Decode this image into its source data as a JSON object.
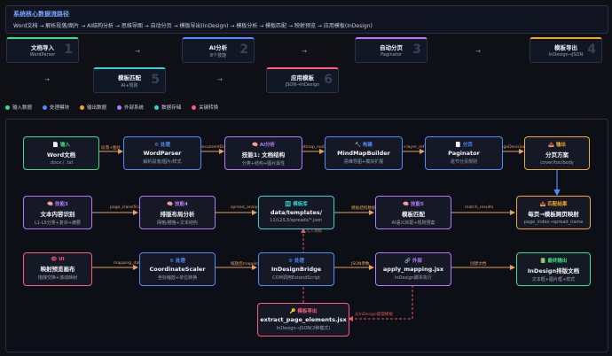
{
  "header": {
    "title": "系统核心数据流路径",
    "flow": "Word文档 → 解析段落/图片 → AI结构分析 → 思维导图 → 自动分页 → 模板导出(InDesign) → 模板分析 → 模板匹配 → 映射预览 → 应用模板(InDesign)"
  },
  "steps": [
    {
      "name": "文档导入",
      "sub": "WordParser",
      "num": "1"
    },
    {
      "name": "AI分析",
      "sub": "8个技能",
      "num": "2"
    },
    {
      "name": "自动分页",
      "sub": "Paginator",
      "num": "3"
    },
    {
      "name": "模板导出",
      "sub": "InDesign→JSON",
      "num": "4"
    },
    {
      "name": "模板匹配",
      "sub": "AI+规则",
      "num": "5"
    },
    {
      "name": "应用模板",
      "sub": "JSON→InDesign",
      "num": "6"
    }
  ],
  "arrow_glyph": "→",
  "legend": [
    {
      "label": "输入数据",
      "color": "#3ddc84"
    },
    {
      "label": "处理模块",
      "color": "#4f8cff"
    },
    {
      "label": "输出数据",
      "color": "#f5a623"
    },
    {
      "label": "外部系统",
      "color": "#b57bff"
    },
    {
      "label": "数据存储",
      "color": "#2ad4d4"
    },
    {
      "label": "关键转换",
      "color": "#ff5c7a"
    }
  ],
  "nodes": [
    {
      "id": "n1",
      "t1": "📄 输入",
      "t2": "Word文档",
      "t3": ".docx / .txt",
      "color": "#3ddc84"
    },
    {
      "id": "n2",
      "t1": "⚙ 处理",
      "t2": "WordParser",
      "t3": "解析段落/图片/样式",
      "color": "#4f8cff"
    },
    {
      "id": "n3",
      "t1": "🧠 AI分析",
      "t2": "技能1: 文档结构",
      "t3": "分类+结构+图片属性",
      "color": "#b57bff"
    },
    {
      "id": "n4",
      "t1": "🔨 构建",
      "t2": "MindMapBuilder",
      "t3": "思维导图+模块扩展",
      "color": "#4f8cff"
    },
    {
      "id": "n5",
      "t1": "📑 分页",
      "t2": "Paginator",
      "t3": "逐节分页规则",
      "color": "#4f8cff"
    },
    {
      "id": "n6",
      "t1": "📤 输出",
      "t2": "分页方案",
      "t3": "cover/toc/body",
      "color": "#f5a623"
    },
    {
      "id": "n7",
      "t1": "🧠 技能3",
      "t2": "文本内容识别",
      "t3": "L1-L5分类+复杂+摘要",
      "color": "#b57bff"
    },
    {
      "id": "n8",
      "t1": "🧠 技能4",
      "t2": "排版布局分析",
      "t3": "网格/栅格+文本结构",
      "color": "#b57bff"
    },
    {
      "id": "n9",
      "t1": "🗄 模板库",
      "t2": "data/templates/",
      "t3": "L1/L2/L3/spreads/*.json",
      "color": "#2ad4d4"
    },
    {
      "id": "n10",
      "t1": "🧠 技能5",
      "t2": "模板匹配",
      "t3": "AI语义匹配+规则预案",
      "color": "#b57bff"
    },
    {
      "id": "n11",
      "t1": "📤 匹配结果",
      "t2": "每页→模板跨页映射",
      "t3": "page_index→spread_name",
      "color": "#f5a623"
    },
    {
      "id": "n12",
      "t1": "👁 UI",
      "t2": "映射预览画布",
      "t3": "拖拽交换+滚动映射",
      "color": "#ff5c7a"
    },
    {
      "id": "n13",
      "t1": "⚙ 处理",
      "t2": "CoordinateScaler",
      "t3": "坐标缩放+单位转换",
      "color": "#4f8cff"
    },
    {
      "id": "n14",
      "t1": "⚙ 处理",
      "t2": "InDesignBridge",
      "t3": "COM调用ExtendScript",
      "color": "#4f8cff"
    },
    {
      "id": "n15",
      "t1": "🔗 外部",
      "t2": "apply_mapping.jsx",
      "t3": "InDesign脚本执行",
      "color": "#b57bff"
    },
    {
      "id": "n16",
      "t1": "📗 最终输出",
      "t2": "InDesign排版文档",
      "t3": "文本框+图片框+样式",
      "color": "#3ddc84"
    },
    {
      "id": "n17",
      "t1": "🔑 模板导出",
      "t2": "extract_page_elements.jsx",
      "t3": "InDesign→JSON(2种模式)",
      "color": "#ff5c7a"
    }
  ],
  "edge_labels": [
    {
      "text": "段落+图片",
      "red": false
    },
    {
      "text": "DocumentData",
      "red": false
    },
    {
      "text": "mindmap_node",
      "red": false
    },
    {
      "text": "node+layer_ref",
      "red": false
    },
    {
      "text": "PageDecision[]",
      "red": false
    },
    {
      "text": "page_classification",
      "red": false
    },
    {
      "text": "spread_analysis",
      "red": false
    },
    {
      "text": "模板结构数据",
      "red": false
    },
    {
      "text": "match_results",
      "red": false
    },
    {
      "text": "mapping_data",
      "red": false
    },
    {
      "text": "缩放后mapping",
      "red": false
    },
    {
      "text": "JSON参数",
      "red": false
    },
    {
      "text": "创建文档",
      "red": false
    },
    {
      "text": "写入模板",
      "red": true
    },
    {
      "text": "从InDesign提取模板",
      "red": true
    }
  ]
}
